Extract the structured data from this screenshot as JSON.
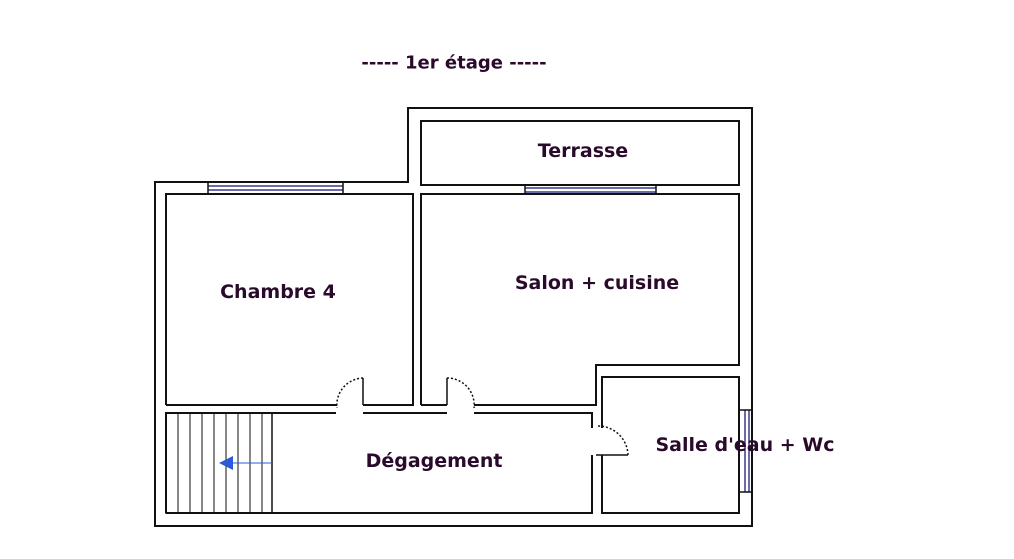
{
  "plan": {
    "title": "-----  1er étage  -----",
    "rooms": {
      "terrasse": "Terrasse",
      "chambre": "Chambre 4",
      "salon": "Salon + cuisine",
      "salle_eau": "Salle d'eau + Wc",
      "degagement": "Dégagement"
    },
    "colors": {
      "wall": "#111111",
      "window": "#3a3a8c",
      "stair_arrow": "#2a5bd7",
      "text": "#2a0a2a"
    }
  }
}
